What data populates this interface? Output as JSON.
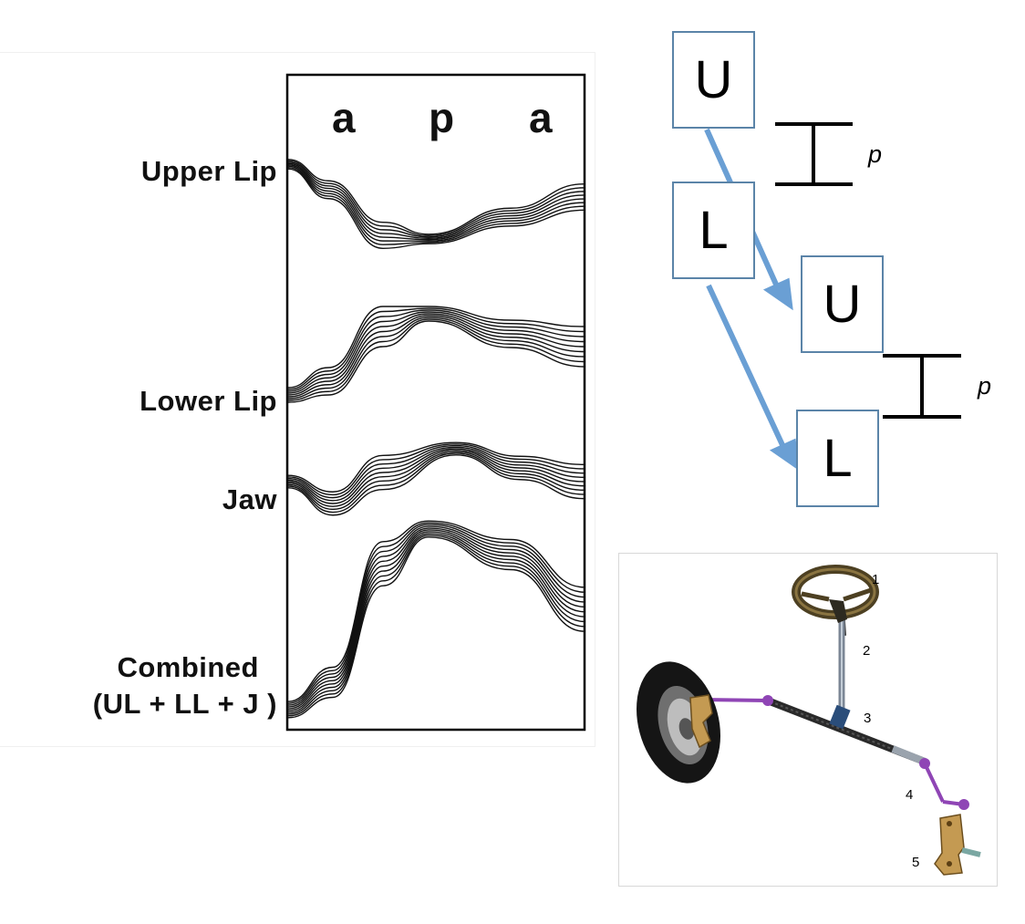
{
  "trace_figure": {
    "columns": [
      "a",
      "p",
      "a"
    ],
    "rows": [
      "Upper Lip",
      "Lower Lip",
      "Jaw",
      "Combined",
      "(UL + LL + J )"
    ]
  },
  "timing_diagram": {
    "upper_box_1": "U",
    "lower_box_1": "L",
    "upper_box_2": "U",
    "lower_box_2": "L",
    "interval_label_1": "p",
    "interval_label_2": "p",
    "colors": {
      "box_border": "#5b84a8",
      "arrow": "#6a9fd4"
    }
  },
  "steering": {
    "parts": [
      "1",
      "2",
      "3",
      "4",
      "5"
    ]
  }
}
